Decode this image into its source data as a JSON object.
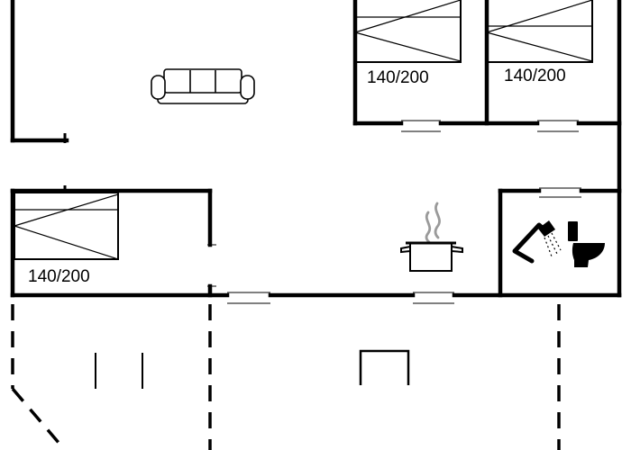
{
  "floorplan": {
    "bed_labels": [
      "140/200",
      "140/200",
      "140/200"
    ],
    "colors": {
      "wall": "#000000",
      "background": "#ffffff",
      "steam": "#9a9a9a"
    }
  }
}
